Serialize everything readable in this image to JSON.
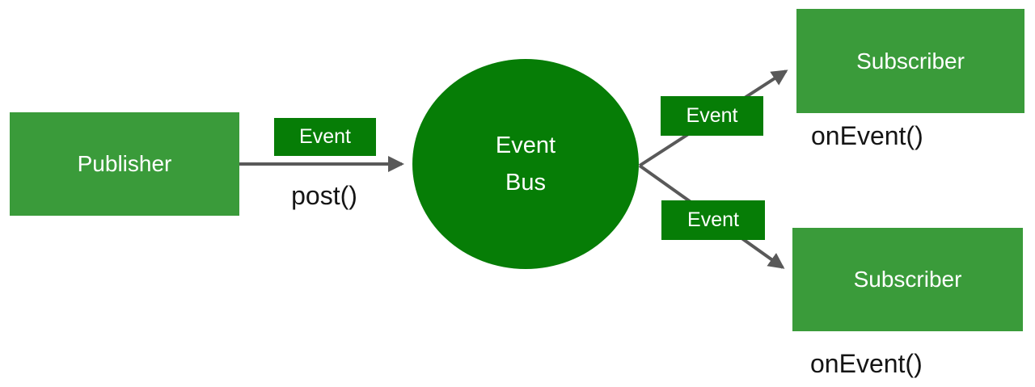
{
  "diagram_type": "publish-subscribe event bus",
  "colors": {
    "node_green": "#3A9B3A",
    "bus_green": "#067D06",
    "arrow_gray": "#595959",
    "method_text": "#151515",
    "node_text": "#FFFFFF",
    "background": "#FFFFFF"
  },
  "nodes": {
    "publisher": {
      "label": "Publisher",
      "method": "post()"
    },
    "bus": {
      "line1": "Event",
      "line2": "Bus"
    },
    "subscriber_top": {
      "label": "Subscriber",
      "method": "onEvent()"
    },
    "subscriber_bottom": {
      "label": "Subscriber",
      "method": "onEvent()"
    }
  },
  "badges": {
    "publish_event": "Event",
    "deliver_event_top": "Event",
    "deliver_event_bottom": "Event"
  }
}
